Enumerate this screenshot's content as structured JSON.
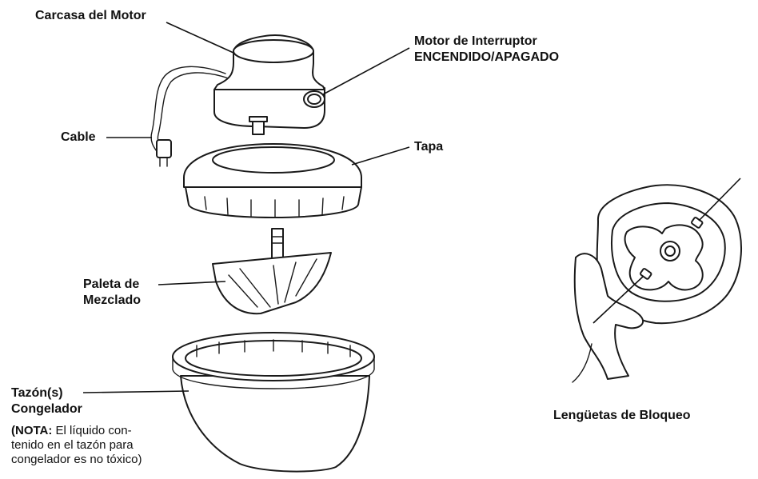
{
  "labels": {
    "motor_housing": "Carcasa del Motor",
    "switch_line1": "Motor de Interruptor",
    "switch_line2": "ENCENDIDO/APAGADO",
    "cord": "Cable",
    "lid": "Tapa",
    "paddle_line1": "Paleta de",
    "paddle_line2": "Mezclado",
    "bowl_line1": "Tazón(s)",
    "bowl_line2": "Congelador",
    "note_bold": "(NOTA:",
    "note_line1_rest": " El líquido con-",
    "note_line2": "tenido en el tazón para",
    "note_line3": "congelador es no tóxico)",
    "locking_tabs": "Lengüetas de Bloqueo"
  }
}
